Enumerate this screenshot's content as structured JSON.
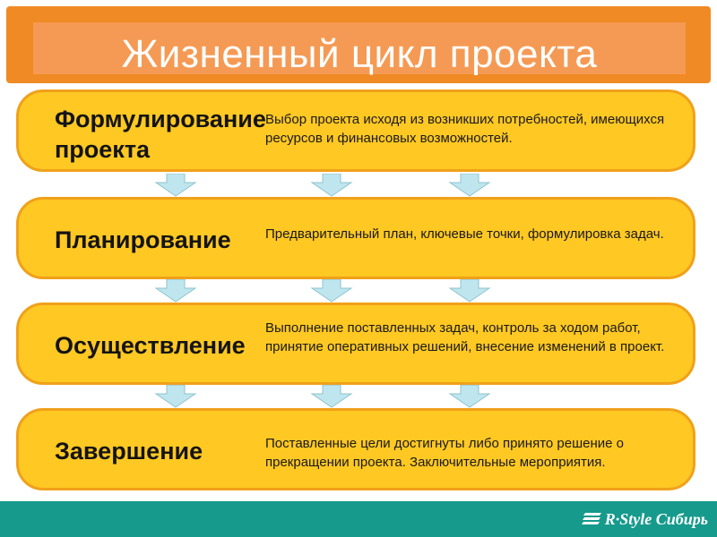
{
  "header": {
    "title": "Жизненный цикл проекта"
  },
  "stages": [
    {
      "name": "Формулирование проекта",
      "description": "Выбор проекта исходя из возникших потребностей, имеющихся ресурсов и финансовых возможностей."
    },
    {
      "name": "Планирование",
      "description": "Предварительный план, ключевые точки, формулировка задач."
    },
    {
      "name": "Осуществление",
      "description": "Выполнение поставленных задач, контроль за ходом работ, принятие оперативных решений, внесение изменений в проект."
    },
    {
      "name": "Завершение",
      "description": "Поставленные цели достигнуты либо принято решение о прекращении проекта. Заключительные мероприятия."
    }
  ],
  "footer": {
    "brand": "R·Style Сибирь"
  },
  "colors": {
    "header": "#f08a24",
    "stage_fill": "#ffc823",
    "stage_border": "#f0a11a",
    "arrow": "#bfe6ee",
    "footer": "#169a8c"
  }
}
